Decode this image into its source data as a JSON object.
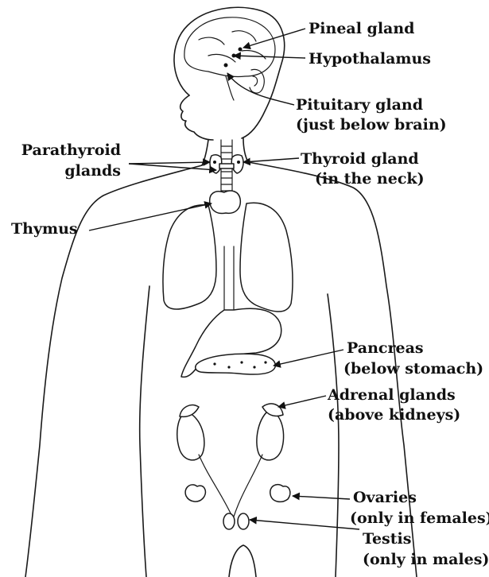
{
  "labels": {
    "pineal": "Pineal gland",
    "hypothalamus": "Hypothalamus",
    "pituitary_1": "Pituitary gland",
    "pituitary_2": "(just below brain)",
    "parathyroid_1": "Parathyroid",
    "parathyroid_2": "glands",
    "thyroid_1": "Thyroid gland",
    "thyroid_2": "(in the neck)",
    "thymus": "Thymus",
    "pancreas_1": "Pancreas",
    "pancreas_2": "(below stomach)",
    "adrenal_1": "Adrenal glands",
    "adrenal_2": "(above kidneys)",
    "ovaries_1": "Ovaries",
    "ovaries_2": "(only in females)",
    "testis_1": "Testis",
    "testis_2": "(only in males)"
  }
}
